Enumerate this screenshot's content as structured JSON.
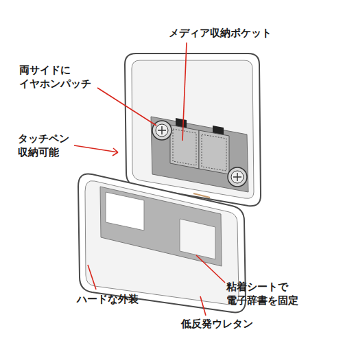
{
  "diagram": {
    "labels": [
      "メディア収納ポケット",
      "両サイドに イヤホンパッチ",
      "タッチペン 収納可能",
      "粘着シートで 電子辞書を固定",
      "ハードな外装",
      "低反発ウレタン"
    ]
  }
}
